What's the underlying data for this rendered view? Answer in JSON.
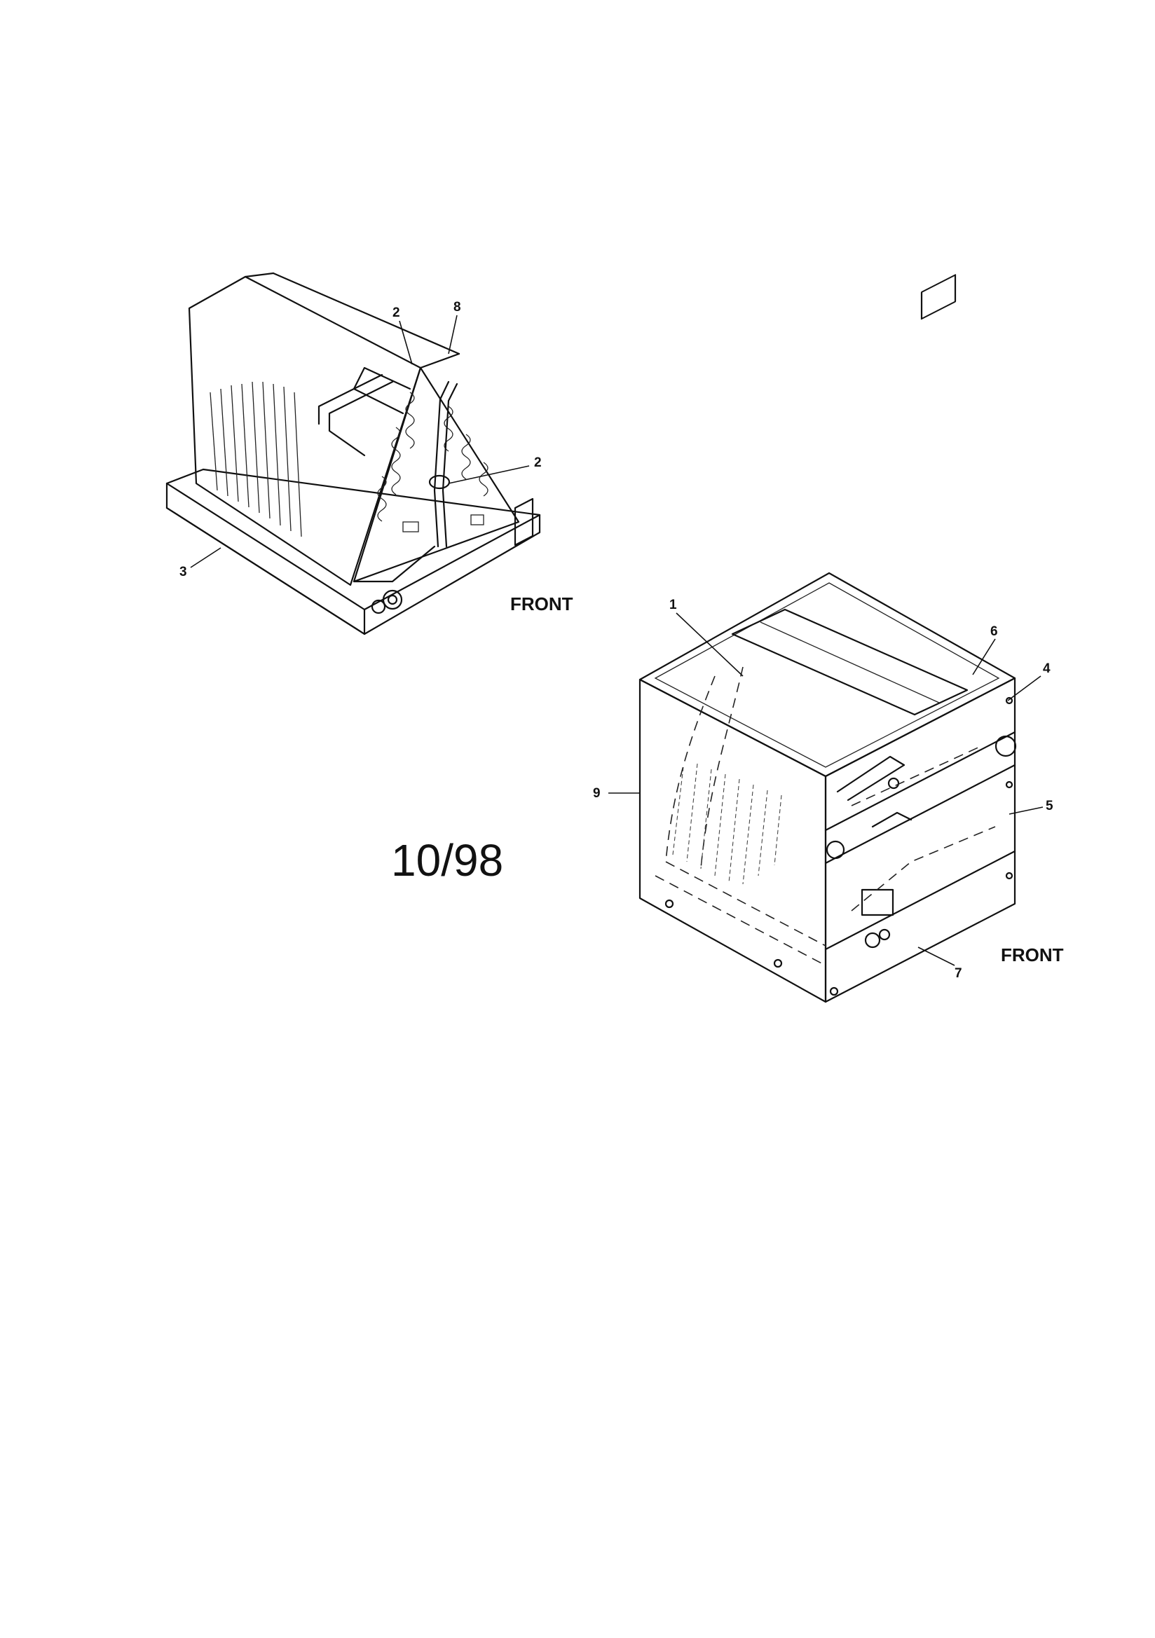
{
  "drawing": {
    "date_code": "10/98",
    "coil_assembly": {
      "front_label": "FRONT",
      "callouts": [
        "2",
        "8",
        "2",
        "3"
      ]
    },
    "cabinet_assembly": {
      "front_label": "FRONT",
      "callouts": [
        "1",
        "6",
        "4",
        "5",
        "9",
        "7"
      ]
    }
  }
}
